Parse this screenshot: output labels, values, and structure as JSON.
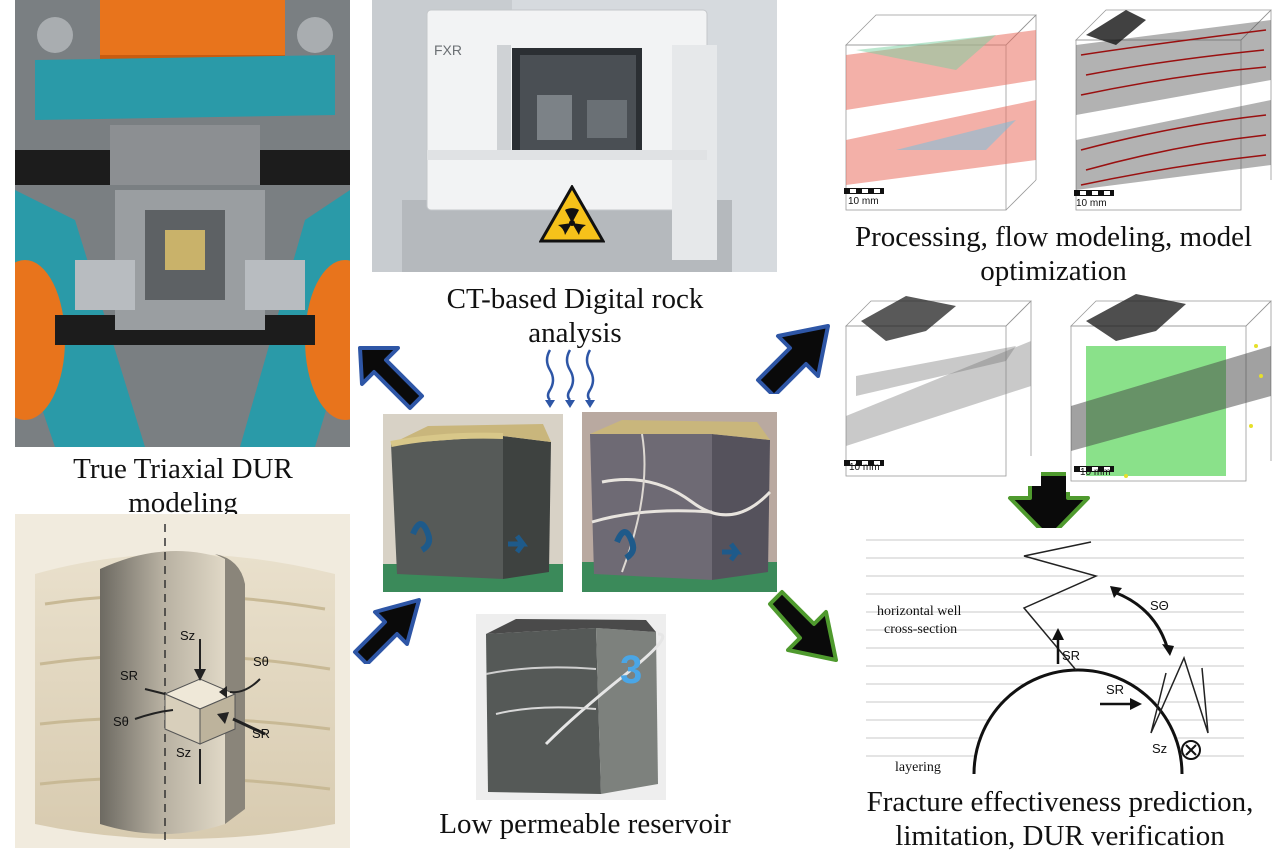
{
  "captions": {
    "triaxial": "True Triaxial DUR modeling",
    "ct": "CT-based Digital rock analysis",
    "processing": "Processing, flow modeling, model optimization",
    "reservoir": "Low permeable reservoir",
    "fracture": "Fracture effectiveness prediction, limitation, DUR verification"
  },
  "scale_bars": {
    "label": "10 mm"
  },
  "stress_sketch": {
    "sz_top": "Sz",
    "sz_bottom": "Sz",
    "sr_left": "SR",
    "sr_right": "SR",
    "stheta_right": "Sθ",
    "stheta_left": "Sθ"
  },
  "fracture_sketch": {
    "horizontal_well": "horizontal well",
    "cross_section": "cross-section",
    "layering": "layering",
    "s_theta": "SΘ",
    "s_r_top": "SR",
    "s_r_side": "SR",
    "s_z": "Sz"
  },
  "specimen_marks": {
    "sample_3": "3"
  },
  "colors": {
    "arrow_blue_outline": "#2e56a6",
    "arrow_green_outline": "#4f9a2e",
    "arrow_fill": "#0a0a0a",
    "machine_teal": "#2a9aa8",
    "machine_orange": "#e8741c"
  },
  "icons": [
    "radiation-warning-icon",
    "heat-waves-icon"
  ]
}
